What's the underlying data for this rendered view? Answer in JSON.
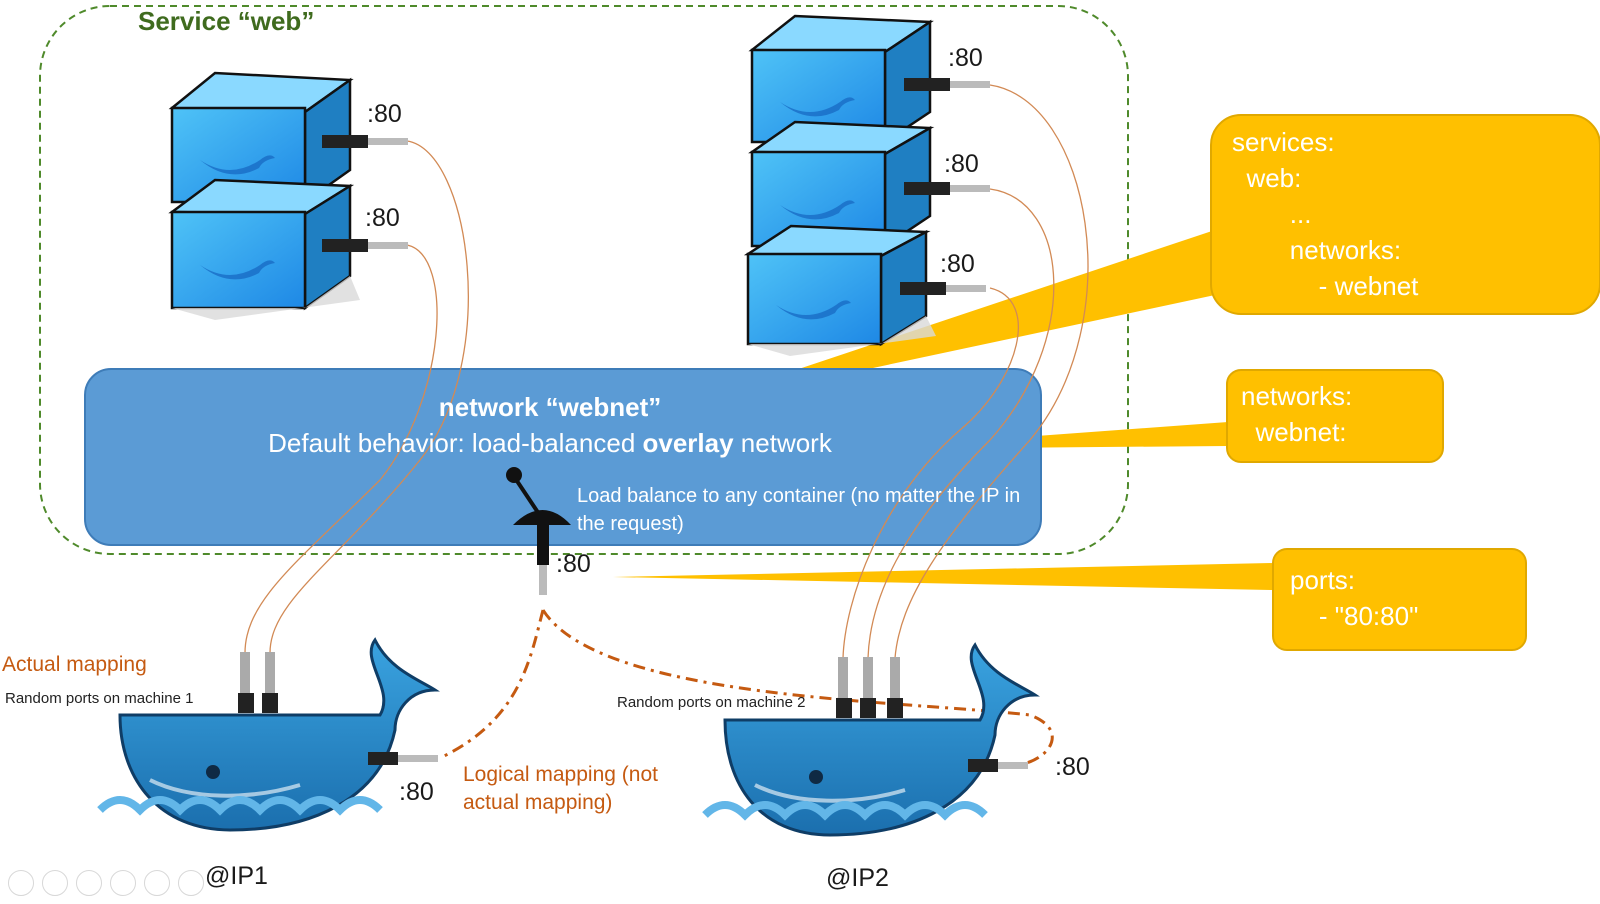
{
  "service": {
    "title": "Service “web”"
  },
  "network": {
    "title": "network “webnet”",
    "subtitle_prefix": "Default behavior: load-balanced ",
    "subtitle_bold": "overlay",
    "subtitle_suffix": " network",
    "lb_text": "Load balance to any container (no matter the IP in the request)"
  },
  "ports": {
    "c1": ":80",
    "c2": ":80",
    "c3": ":80",
    "c4": ":80",
    "c5": ":80",
    "lb": ":80",
    "host1": ":80",
    "host2": ":80"
  },
  "notes": {
    "actual_mapping": "Actual mapping",
    "random1": "Random ports on machine 1",
    "random2": "Random ports on machine 2",
    "logical_line1": "Logical mapping (not",
    "logical_line2": "actual mapping)"
  },
  "hosts": {
    "ip1": "@IP1",
    "ip2": "@IP2"
  },
  "callouts": {
    "services": "services:\n  web:\n        ...\n        networks:\n            - webnet",
    "networks": "networks:\n  webnet:",
    "ports": "ports:\n    - \"80:80\""
  },
  "colors": {
    "network_box": "#5b9bd5",
    "callout": "#ffc000",
    "container": "#1ea1e8",
    "whale": "#2a8fd0",
    "cable": "#d28a55",
    "logical": "#c55a11",
    "service_border": "#4f8a2b"
  },
  "icons": [
    "docker-whale-icon",
    "audio-jack-icon",
    "joystick-icon",
    "docker-host-whale-icon"
  ]
}
